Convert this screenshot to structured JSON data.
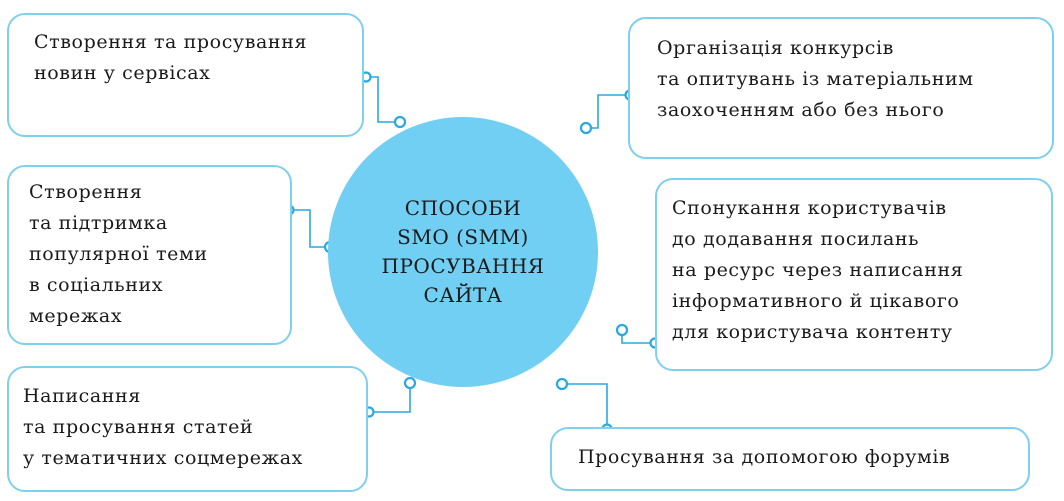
{
  "center": {
    "lines": [
      "СПОСОБИ",
      "SMO (SMM)",
      "ПРОСУВАННЯ",
      "САЙТА"
    ]
  },
  "nodes": [
    {
      "lines": [
        "Створення та просування",
        "новин у сервісах"
      ]
    },
    {
      "lines": [
        "Організація конкурсів",
        "та опитувань із матеріальним",
        "заохоченням або без нього"
      ]
    },
    {
      "lines": [
        "Створення",
        "та підтримка",
        "популярної теми",
        "в соціальних",
        "мережах"
      ]
    },
    {
      "lines": [
        "Спонукання користувачів",
        "до додавання посилань",
        "на ресурс через написання",
        "інформативного й цікавого",
        "для користувача контенту"
      ]
    },
    {
      "lines": [
        "Написання",
        "та просування статей",
        "у тематичних соцмережах"
      ]
    },
    {
      "lines": [
        "Просування за допомогою форумів"
      ]
    }
  ],
  "colors": {
    "hub_fill": "#70cff2",
    "box_border": "#7fcfee",
    "connector": "#29a8e0",
    "dot_fill": "#ffffff"
  }
}
